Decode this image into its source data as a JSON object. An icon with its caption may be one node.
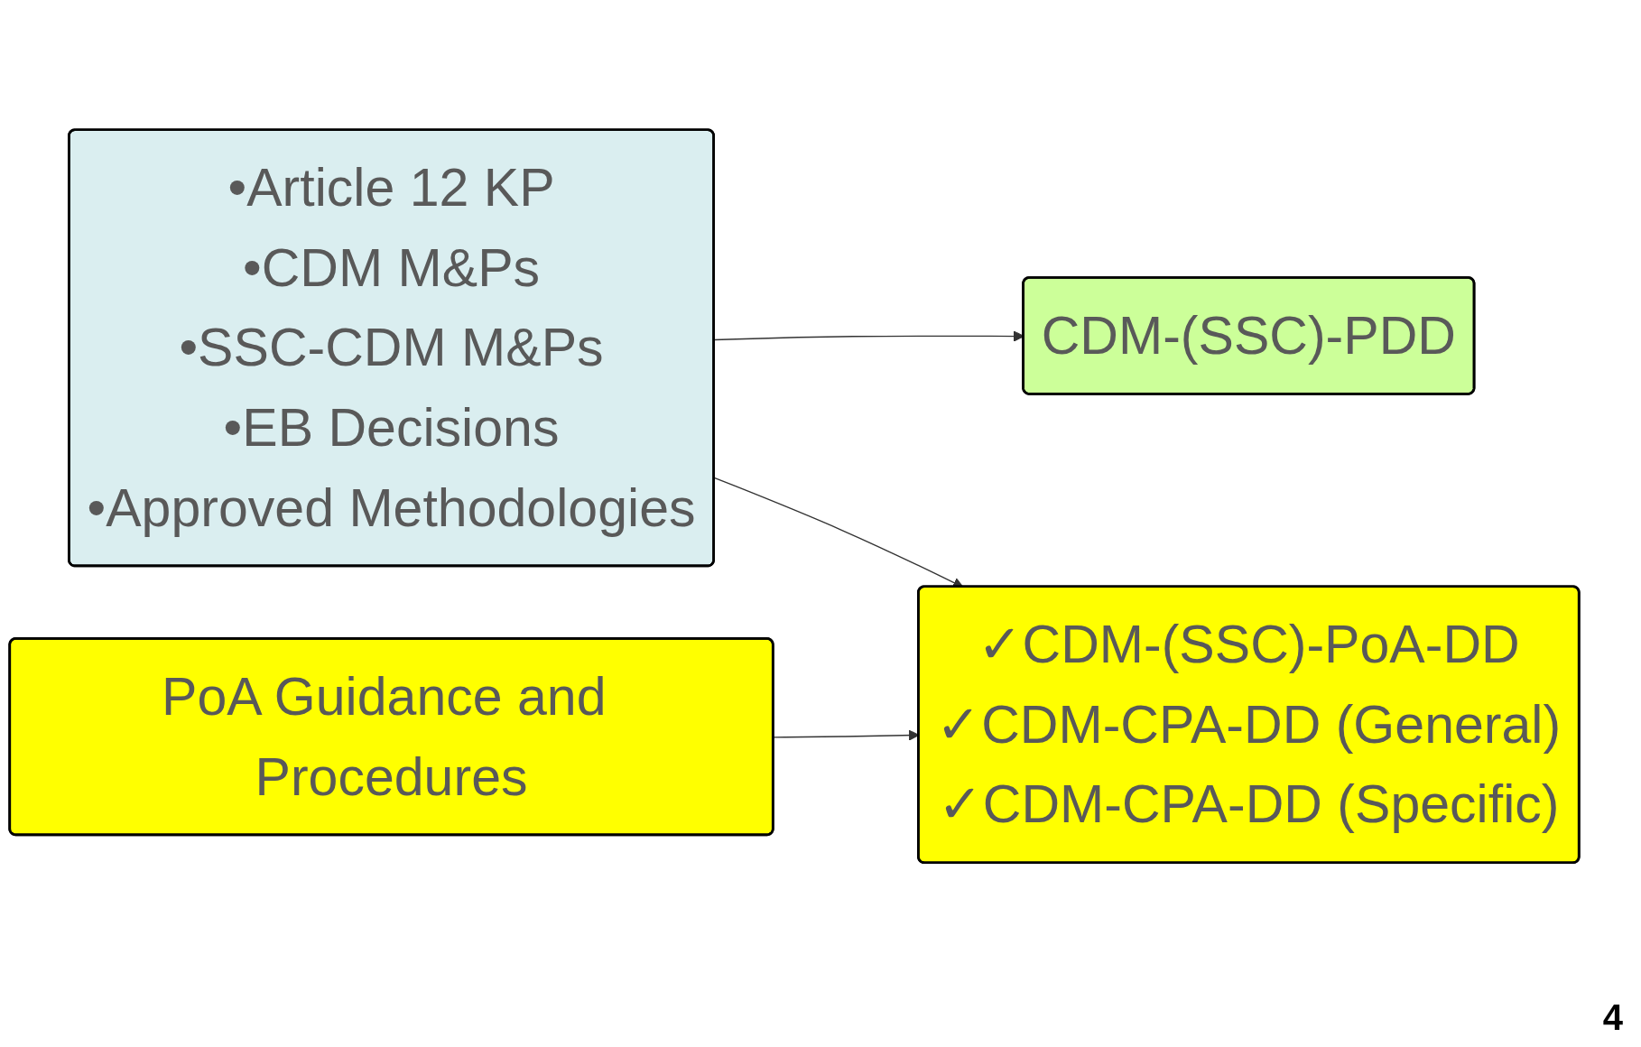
{
  "diagram": {
    "nodes": [
      {
        "text": [
          "•Article 12 KP",
          "•CDM M&Ps",
          "•SSC-CDM M&Ps",
          "•EB Decisions",
          "•Approved Methodologies"
        ]
      },
      {
        "text": [
          "CDM-(SSC)-PDD"
        ]
      },
      {
        "text": [
          "✓CDM-(SSC)-PoA-DD",
          "✓CDM-CPA-DD (General)",
          "✓CDM-CPA-DD (Specific)"
        ]
      },
      {
        "text": [
          "PoA Guidance and Procedures"
        ]
      }
    ],
    "edges": [
      {
        "from": 0,
        "to": 1,
        "arrow": "to"
      },
      {
        "from": 0,
        "to": 2,
        "arrow": "to"
      },
      {
        "from": 3,
        "to": 2,
        "arrow": "to"
      }
    ],
    "labels": [
      "4"
    ]
  }
}
